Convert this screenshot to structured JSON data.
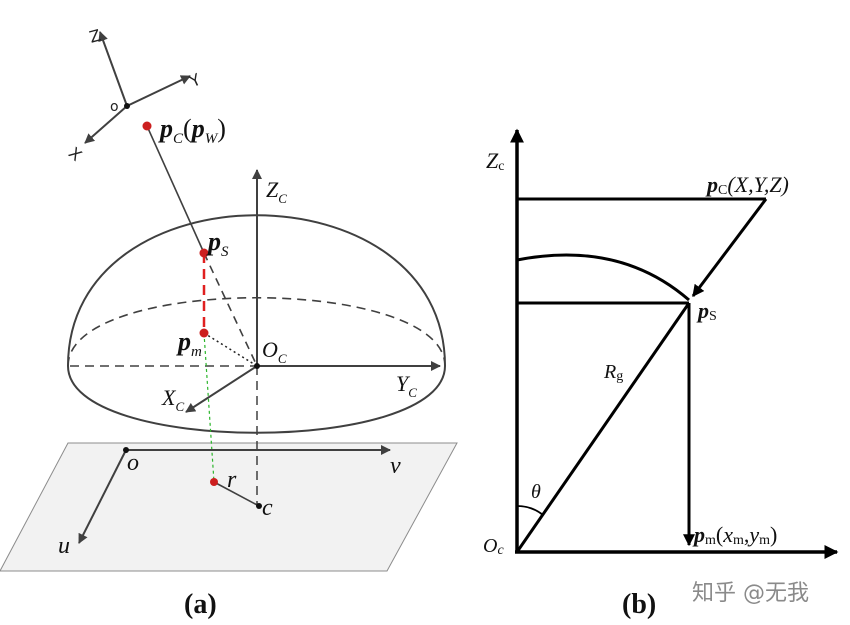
{
  "colors": {
    "line": "#404040",
    "black": "#000000",
    "point": "#cc1f1f",
    "dash_red": "#e02020",
    "dotted_green": "#2bb52b",
    "plane_fill": "#f2f2f2",
    "plane_stroke": "#8c8c8c",
    "watermark": "#8a8a8a"
  },
  "panel_a": {
    "caption": "(a)",
    "world_axes": {
      "origin": "o",
      "x": "X",
      "y": "Y",
      "z": "Z"
    },
    "camera_axes": {
      "origin": {
        "base": "O",
        "sub": "C"
      },
      "x": {
        "base": "X",
        "sub": "C"
      },
      "y": {
        "base": "Y",
        "sub": "C"
      },
      "z": {
        "base": "Z",
        "sub": "C"
      }
    },
    "points": {
      "pc": {
        "base": "p",
        "sub": "C",
        "open": "(",
        "inner_base": "p",
        "inner_sub": "W",
        "close": ")"
      },
      "ps": {
        "base": "p",
        "sub": "S"
      },
      "pm": {
        "base": "p",
        "sub": "m"
      },
      "r": "r",
      "c": "c"
    },
    "image_plane": {
      "origin": "o",
      "u": "u",
      "v": "v"
    }
  },
  "panel_b": {
    "caption": "(b)",
    "axis_z": {
      "base": "Z",
      "sub": "c"
    },
    "origin": {
      "base": "O",
      "sub": "c"
    },
    "pc": {
      "base": "p",
      "sub": "C",
      "coords": "(X,Y,Z)"
    },
    "ps": {
      "base": "p",
      "sub": "S"
    },
    "pm": {
      "base": "p",
      "sub": "m",
      "open": "(",
      "x": "x",
      "x_sub": "m",
      "comma": ",",
      "y": "y",
      "y_sub": "m",
      "close": ")"
    },
    "radius": {
      "base": "R",
      "sub": "g"
    },
    "angle": "θ"
  },
  "watermark": "知乎 @无我"
}
